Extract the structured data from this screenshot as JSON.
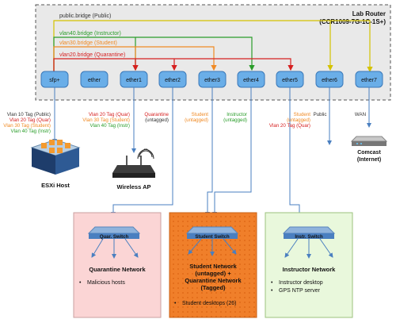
{
  "router": {
    "name": "Lab Router",
    "model": "(CCR1009-7G-1C-1S+)",
    "bridges": {
      "public": "public.bridge (Public)",
      "instructor": "vlan40.bridge (Instructor)",
      "student": "vlan30.bridge (Student)",
      "quarantine": "vlan20.bridge (Quarantine)"
    },
    "ports": [
      "sfp+",
      "ether",
      "ether1",
      "ether2",
      "ether3",
      "ether4",
      "ether5",
      "ether6",
      "ether7"
    ]
  },
  "port_labels": {
    "sfp": [
      "Vlan 10 Tag (Public)",
      "Vlan 20 Tag (Quar)",
      "Vlan 30 Tag (Student)",
      "Vlan 40 Tag (Instr)"
    ],
    "ether1": [
      "Vlan 20 Tag (Quar)",
      "Vlan 30 Tag (Student)",
      "Vlan 40 Tag (Instr)"
    ],
    "ether2": [
      "Quarantine",
      "(untagged)"
    ],
    "ether3": [
      "Student",
      "(untagged)"
    ],
    "ether4": [
      "Instructor",
      "(untagged)"
    ],
    "ether5": [
      "Student",
      "(untagged)",
      "Vlan 20 Tag (Quar)"
    ],
    "ether6": "Public",
    "ether7": "WAN"
  },
  "devices": {
    "esxi": "ESXi Host",
    "wireless_ap": "Wireless AP",
    "comcast": [
      "Comcast",
      "(Internet)"
    ]
  },
  "networks": {
    "quarantine": {
      "switch": "Quar. Switch",
      "title": "Quarantine Network",
      "items": [
        "Malicious hosts"
      ]
    },
    "student": {
      "switch": "Student Switch",
      "title": [
        "Student Network",
        "(untagged) +",
        "Quarantine Network",
        "(Tagged)"
      ],
      "items": [
        "Student desktops (26)"
      ]
    },
    "instructor": {
      "switch": "Instr. Switch",
      "title": "Instructor Network",
      "items": [
        "Instructor desktop",
        "GPS NTP server"
      ]
    }
  },
  "colors": {
    "public": "#d4c200",
    "instructor": "#2a9d2a",
    "student": "#f08a24",
    "quarantine": "#d62020",
    "port_fill": "#6aaee8",
    "link": "#5b8fc9",
    "router_bg": "#e9e9e9",
    "quarantine_bg": "#fbd5d5",
    "student_bg": "#f07f2a",
    "instructor_bg": "#e9f8dc"
  }
}
